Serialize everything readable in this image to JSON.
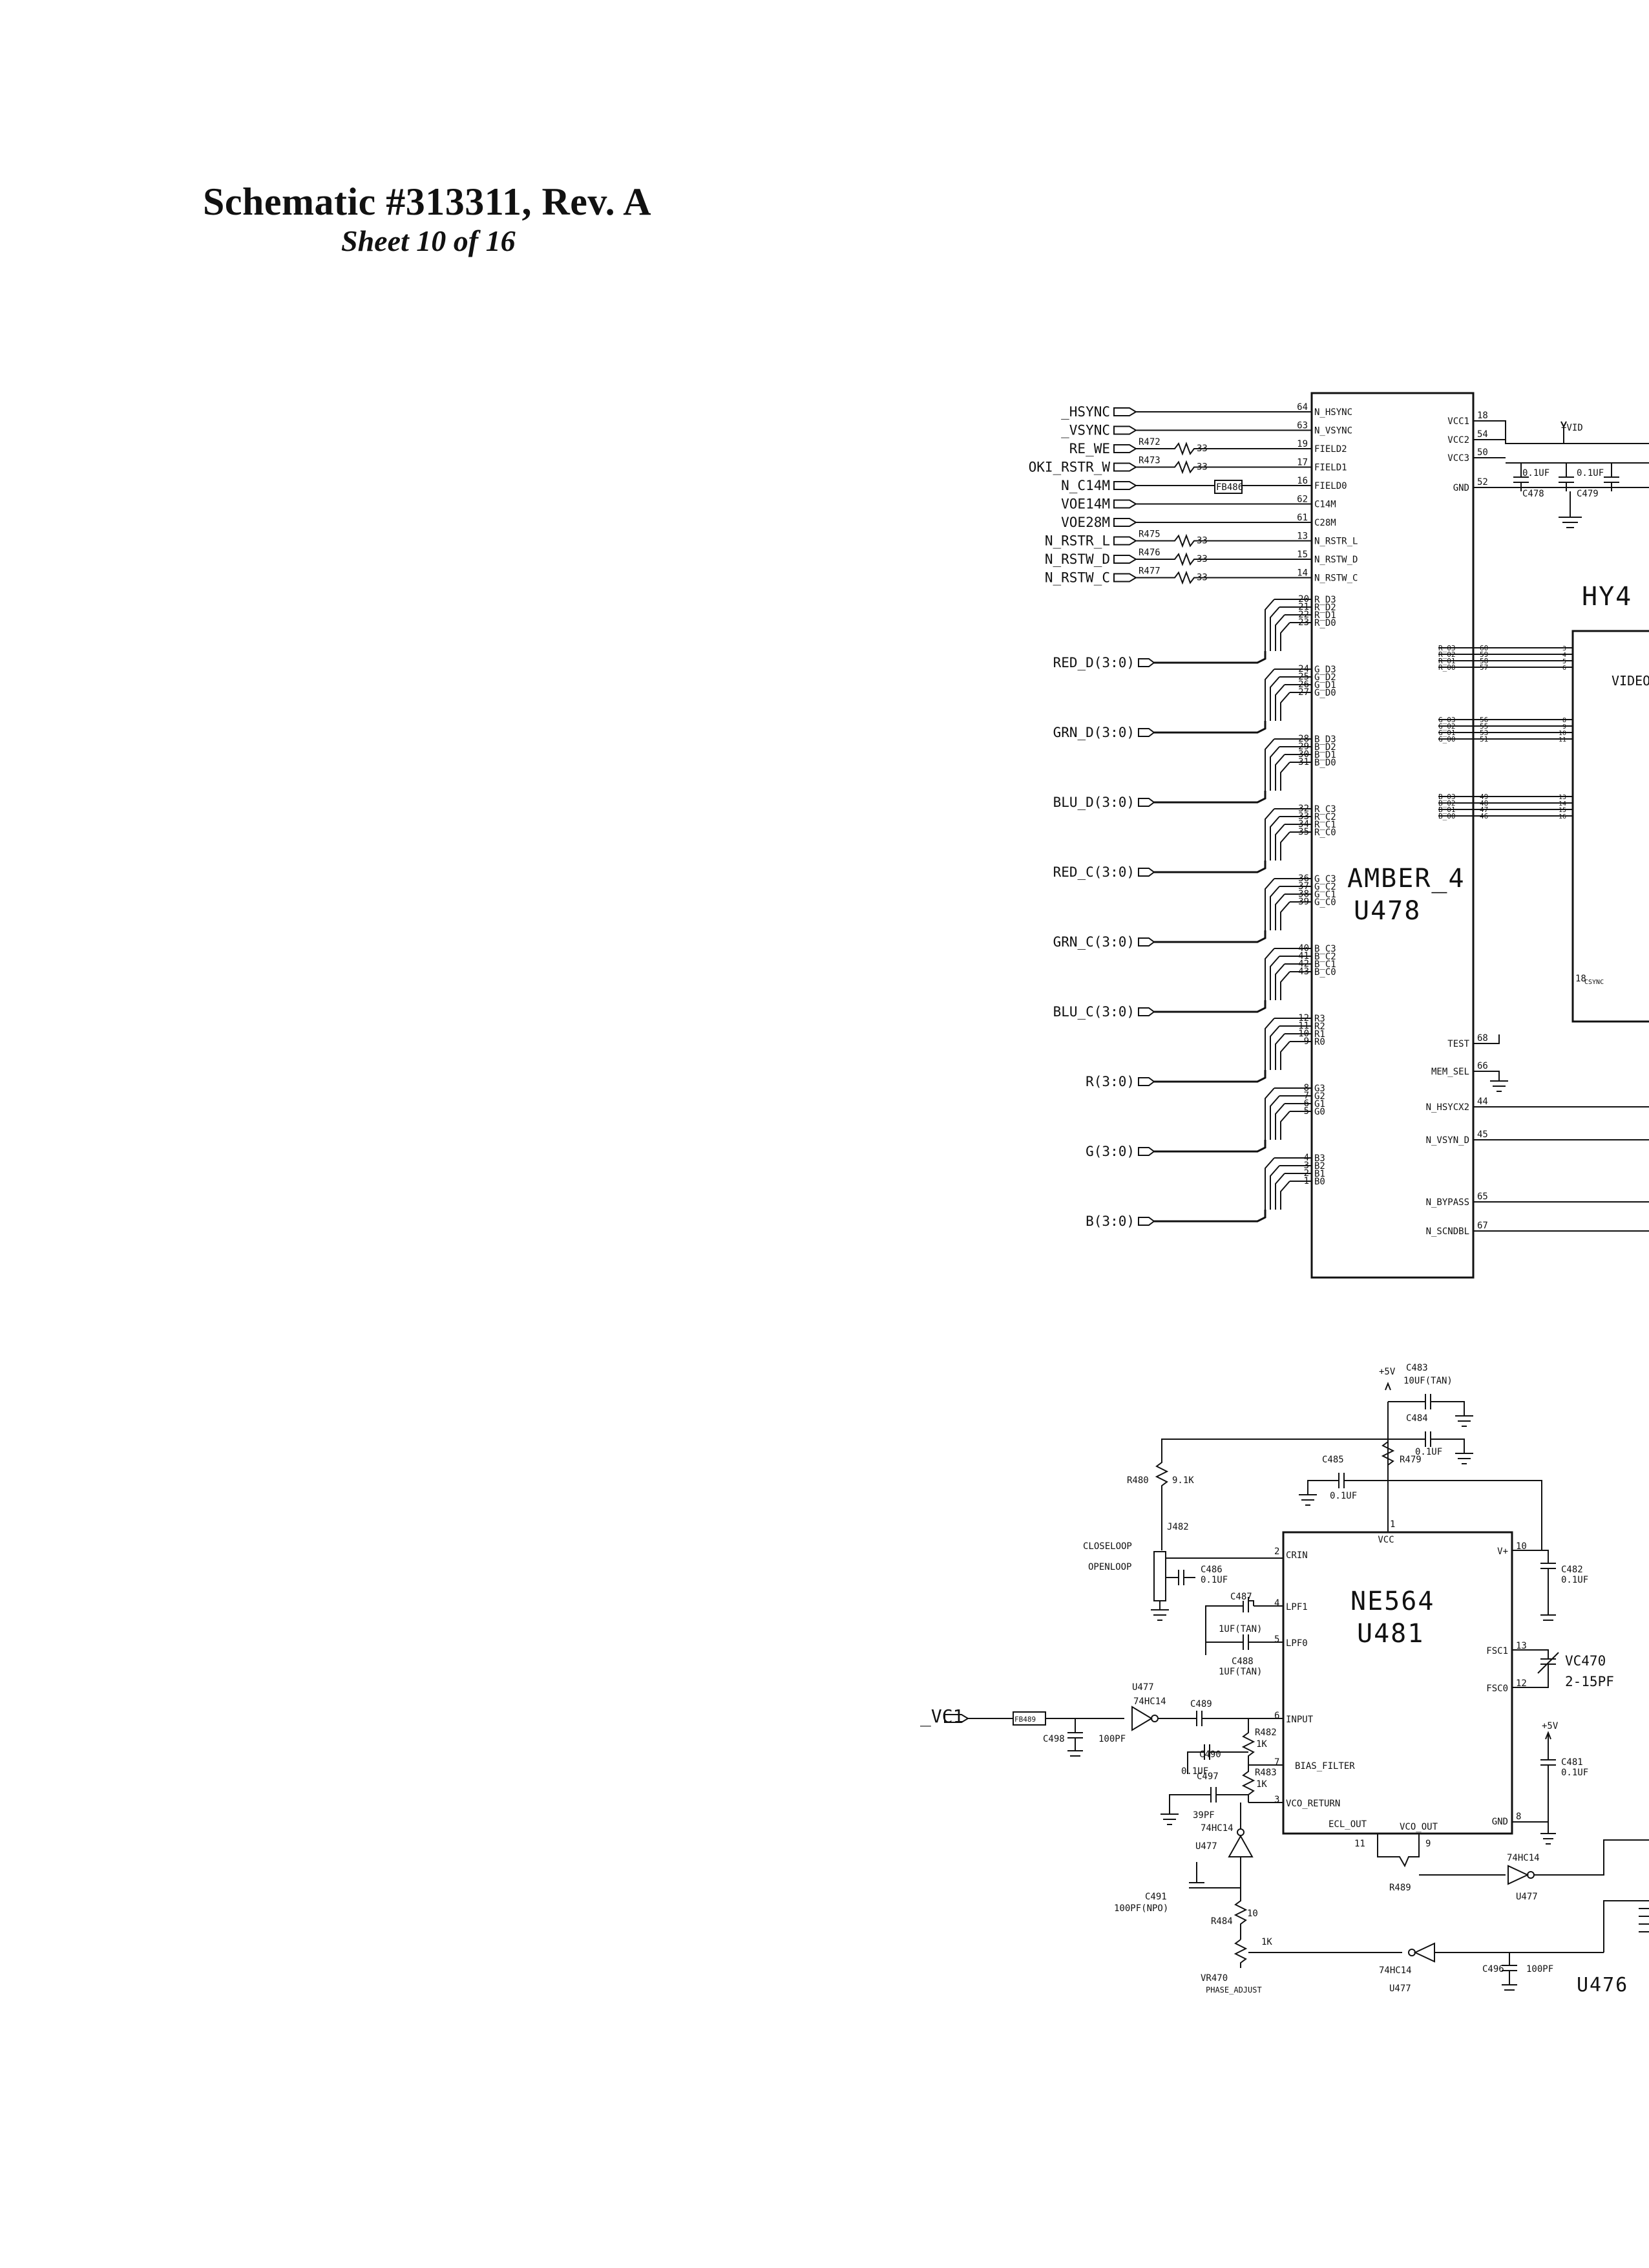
{
  "header": {
    "title": "Schematic #313311, Rev. A",
    "subtitle": "Sheet 10 of 16"
  },
  "u478": {
    "part": "AMBER_4",
    "ref": "U478",
    "ports_top": [
      {
        "name": "_HSYNC",
        "pin": "64",
        "label": "N_HSYNC",
        "res": ""
      },
      {
        "name": "_VSYNC",
        "pin": "63",
        "label": "N_VSYNC",
        "res": ""
      },
      {
        "name": "RE_WE",
        "pin": "19",
        "label": "FIELD2",
        "res": "R472"
      },
      {
        "name": "OKI_RSTR_W",
        "pin": "17",
        "label": "FIELD1",
        "res": "R473"
      },
      {
        "name": "N_C14M",
        "pin": "16",
        "label": "FIELD0",
        "res": ""
      },
      {
        "name": "VOE14M",
        "pin": "62",
        "label": "C14M",
        "res": ""
      },
      {
        "name": "VOE28M",
        "pin": "61",
        "label": "C28M",
        "res": ""
      },
      {
        "name": "N_RSTR_L",
        "pin": "13",
        "label": "N_RSTR_L",
        "res": "R475"
      },
      {
        "name": "N_RSTW_D",
        "pin": "15",
        "label": "N_RSTW_D",
        "res": "R476"
      },
      {
        "name": "N_RSTW_C",
        "pin": "14",
        "label": "N_RSTW_C",
        "res": "R477"
      }
    ],
    "res_value": "33",
    "ferrite": "FB486",
    "buses": [
      {
        "name": "RED_D(3:0)",
        "pins": [
          "20",
          "21",
          "22",
          "23"
        ],
        "labels": [
          "R_D3",
          "R_D2",
          "R_D1",
          "R_D0"
        ]
      },
      {
        "name": "GRN_D(3:0)",
        "pins": [
          "24",
          "25",
          "26",
          "27"
        ],
        "labels": [
          "G_D3",
          "G_D2",
          "G_D1",
          "G_D0"
        ]
      },
      {
        "name": "BLU_D(3:0)",
        "pins": [
          "28",
          "29",
          "30",
          "31"
        ],
        "labels": [
          "B_D3",
          "B_D2",
          "B_D1",
          "B_D0"
        ]
      },
      {
        "name": "RED_C(3:0)",
        "pins": [
          "32",
          "33",
          "34",
          "35"
        ],
        "labels": [
          "R_C3",
          "R_C2",
          "R_C1",
          "R_C0"
        ]
      },
      {
        "name": "GRN_C(3:0)",
        "pins": [
          "36",
          "37",
          "38",
          "39"
        ],
        "labels": [
          "G_C3",
          "G_C2",
          "G_C1",
          "G_C0"
        ]
      },
      {
        "name": "BLU_C(3:0)",
        "pins": [
          "40",
          "41",
          "42",
          "43"
        ],
        "labels": [
          "B_C3",
          "B_C2",
          "B_C1",
          "B_C0"
        ]
      },
      {
        "name": "R(3:0)",
        "pins": [
          "12",
          "11",
          "10",
          "9"
        ],
        "labels": [
          "R3",
          "R2",
          "R1",
          "R0"
        ]
      },
      {
        "name": "G(3:0)",
        "pins": [
          "8",
          "7",
          "6",
          "5"
        ],
        "labels": [
          "G3",
          "G2",
          "G1",
          "G0"
        ]
      },
      {
        "name": "B(3:0)",
        "pins": [
          "4",
          "3",
          "2",
          "1"
        ],
        "labels": [
          "B3",
          "B2",
          "B1",
          "B0"
        ]
      }
    ],
    "right_pins": [
      {
        "label": "VCC1",
        "pin": "18"
      },
      {
        "label": "VCC2",
        "pin": "54"
      },
      {
        "label": "VCC3",
        "pin": "50"
      },
      {
        "label": "GND",
        "pin": "52"
      },
      {
        "label": "TEST",
        "pin": "68"
      },
      {
        "label": "MEM_SEL",
        "pin": "66"
      },
      {
        "label": "N_HSYCX2",
        "pin": "44"
      },
      {
        "label": "N_VSYN_D",
        "pin": "45"
      },
      {
        "label": "N_BYPASS",
        "pin": "65"
      },
      {
        "label": "N_SCNDBL",
        "pin": "67"
      }
    ],
    "out_groups": [
      {
        "labels": [
          "R_03",
          "R_02",
          "R_01",
          "R_00"
        ],
        "pins": [
          "60",
          "59",
          "58",
          "57"
        ]
      },
      {
        "labels": [
          "G_03",
          "G_02",
          "G_01",
          "G_00"
        ],
        "pins": [
          "56",
          "55",
          "53",
          "51"
        ]
      },
      {
        "labels": [
          "B_03",
          "B_02",
          "B_01",
          "B_00"
        ],
        "pins": [
          "49",
          "48",
          "47",
          "46"
        ]
      }
    ]
  },
  "hy": {
    "ref": "HY4",
    "label": "VIDEO HYBRID",
    "pins_group1": [
      "3",
      "4",
      "5",
      "6"
    ],
    "pins_group2": [
      "8",
      "9",
      "10",
      "11"
    ],
    "pins_group3": [
      "13",
      "14",
      "15",
      "16"
    ],
    "csync_pin": "18",
    "csync_label": "CSYNC",
    "vcc_label": "+VID"
  },
  "decoupling": [
    {
      "ref": "C478",
      "value": "0.1UF"
    },
    {
      "ref": "C479",
      "value": "0.1UF"
    }
  ],
  "u481": {
    "part": "NE564",
    "ref": "U481",
    "pins": [
      {
        "label": "VCC",
        "pin": "1"
      },
      {
        "label": "CRIN",
        "pin": "2"
      },
      {
        "label": "LPF1",
        "pin": "4"
      },
      {
        "label": "LPF0",
        "pin": "5"
      },
      {
        "label": "INPUT",
        "pin": "6"
      },
      {
        "label": "BIAS_FILTER",
        "pin": "7"
      },
      {
        "label": "VCO_RETURN",
        "pin": "3"
      },
      {
        "label": "ECL_OUT",
        "pin": "11"
      },
      {
        "label": "VCO_OUT",
        "pin": "9"
      },
      {
        "label": "V+",
        "pin": "10"
      },
      {
        "label": "FSC1",
        "pin": "13"
      },
      {
        "label": "FSC0",
        "pin": "12"
      },
      {
        "label": "GND",
        "pin": "8"
      }
    ]
  },
  "pll_parts": {
    "vcc": "+5V",
    "c483": {
      "ref": "C483",
      "value": "10UF(TAN)"
    },
    "c484": {
      "ref": "C484",
      "value": "0.1UF"
    },
    "c485": {
      "ref": "C485",
      "value": "0.1UF"
    },
    "r479": "R479",
    "r480": {
      "ref": "R480",
      "value": "9.1K"
    },
    "j482": {
      "ref": "J482",
      "closeloop": "CLOSELOOP",
      "openloop": "OPENLOOP"
    },
    "c486": {
      "ref": "C486",
      "value": "0.1UF"
    },
    "c487": {
      "ref": "C487",
      "value": "1UF(TAN)"
    },
    "c488": {
      "ref": "C488",
      "value": "1UF(TAN)"
    },
    "c489": "C489",
    "c490": {
      "ref": "C490",
      "value": "0.1UF"
    },
    "c497": {
      "ref": "C497",
      "value": "0.1UF"
    },
    "c497b": "39PF",
    "r482": {
      "ref": "R482",
      "value": "1K"
    },
    "r483": {
      "ref": "R483",
      "value": "1K"
    },
    "c482": {
      "ref": "C482",
      "value": "0.1UF"
    },
    "vc470": {
      "ref": "VC470",
      "value": "2-15PF"
    },
    "c481": {
      "ref": "C481",
      "value": "0.1UF"
    },
    "vc1": "_VC1",
    "fb489": "FB489",
    "c498": {
      "ref": "C498",
      "value": "100PF"
    },
    "u477": "U477",
    "hc14": "74HC14",
    "c491": {
      "ref": "C491",
      "value": "100PF(NPO)"
    },
    "r484": {
      "ref": "R484",
      "value": "10"
    },
    "vr470": {
      "ref": "VR470",
      "value": "1K",
      "label": "PHASE_ADJUST"
    },
    "r489": "R489",
    "c496": {
      "ref": "C496",
      "value": "100PF"
    },
    "u476": "U476"
  }
}
